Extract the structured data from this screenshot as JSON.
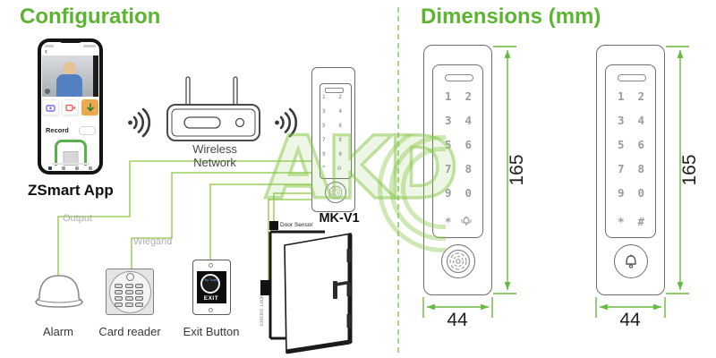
{
  "titles": {
    "configuration": "Configuration",
    "dimensions": "Dimensions (mm)"
  },
  "colors": {
    "accent_green": "#5cb531",
    "connection_green": "#8cc63f",
    "dimension_green": "#66b93d",
    "watermark_green": "#86c547"
  },
  "icons": {
    "back_chevron": "‹"
  },
  "phone": {
    "app_label": "ZSmart App",
    "record_label": "Record"
  },
  "network": {
    "router_label": "Wireless Network"
  },
  "device": {
    "model_label": "MK-V1"
  },
  "wiring": {
    "output_label": "Output",
    "wiegand_label": "Wiegand"
  },
  "peripherals": {
    "alarm_label": "Alarm",
    "card_reader_label": "Card reader",
    "exit_button_label": "Exit Button"
  },
  "exit_button": {
    "exit_text": "EXIT",
    "no_touch_text": "No Touch"
  },
  "door": {
    "sensor_label": "Door Sensor",
    "lock_label": "Electric Lock"
  },
  "watermark": {
    "text": "AKD"
  },
  "keypad": {
    "rows": [
      [
        "1",
        "2"
      ],
      [
        "3",
        "4"
      ],
      [
        "5",
        "6"
      ],
      [
        "7",
        "8"
      ],
      [
        "9",
        "0"
      ]
    ],
    "star": "*",
    "hash": "#"
  },
  "dimensions_mm": {
    "left": {
      "height": "165",
      "width": "44"
    },
    "right": {
      "height": "165",
      "width": "44"
    }
  }
}
